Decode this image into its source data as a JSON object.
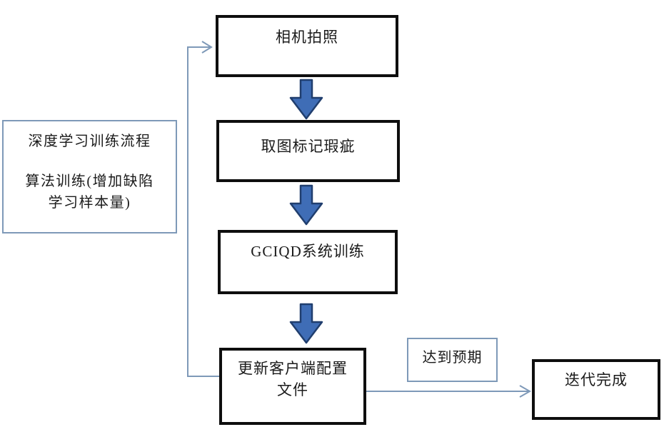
{
  "flowchart": {
    "nodes": [
      {
        "id": "camera",
        "label": "相机拍照"
      },
      {
        "id": "mark-defects",
        "label": "取图标记瑕疵"
      },
      {
        "id": "gciqd-training",
        "label": "GCIQD系统训练"
      },
      {
        "id": "update-config",
        "line1": "更新客户端配置",
        "line2": "文件"
      },
      {
        "id": "iteration-complete",
        "label": "迭代完成"
      }
    ],
    "side_note": {
      "line1": "深度学习训练流程",
      "line2": "算法训练(增加缺陷",
      "line3": "学习样本量)"
    },
    "edge_label": "达到预期"
  },
  "colors": {
    "background": "#ffffff",
    "node_border": "#0e0e0e",
    "thin_border": "#7e99b8",
    "connector": "#7e99b8",
    "block_arrow_fill": "#3f6db6",
    "block_arrow_stroke": "#203e6e",
    "text": "#1a1a1a"
  }
}
